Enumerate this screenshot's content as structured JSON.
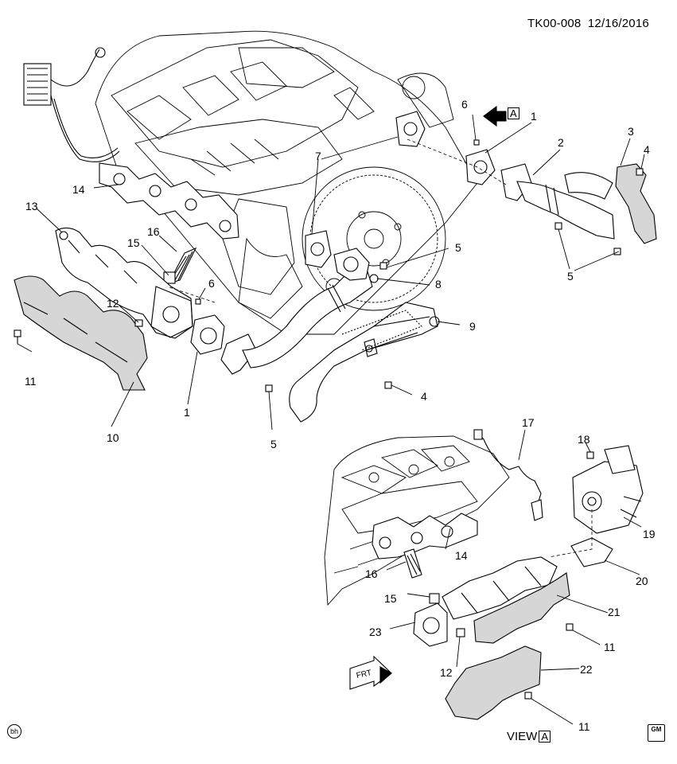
{
  "header": {
    "drawing_code": "TK00-008",
    "date": "12/16/2016"
  },
  "view_label": {
    "text": "VIEW",
    "view_letter": "A"
  },
  "view_arrow_letter": "A",
  "front_label": "FRT",
  "corner_mark": "bh",
  "logo": "GM",
  "callouts": [
    "1",
    "2",
    "3",
    "4",
    "5",
    "6",
    "7",
    "8",
    "9",
    "10",
    "11",
    "12",
    "13",
    "14",
    "15",
    "16",
    "17",
    "18",
    "19",
    "20",
    "21",
    "22",
    "23"
  ],
  "colors": {
    "line": "#000000",
    "background": "#ffffff",
    "shade": "#d6d6d6"
  }
}
